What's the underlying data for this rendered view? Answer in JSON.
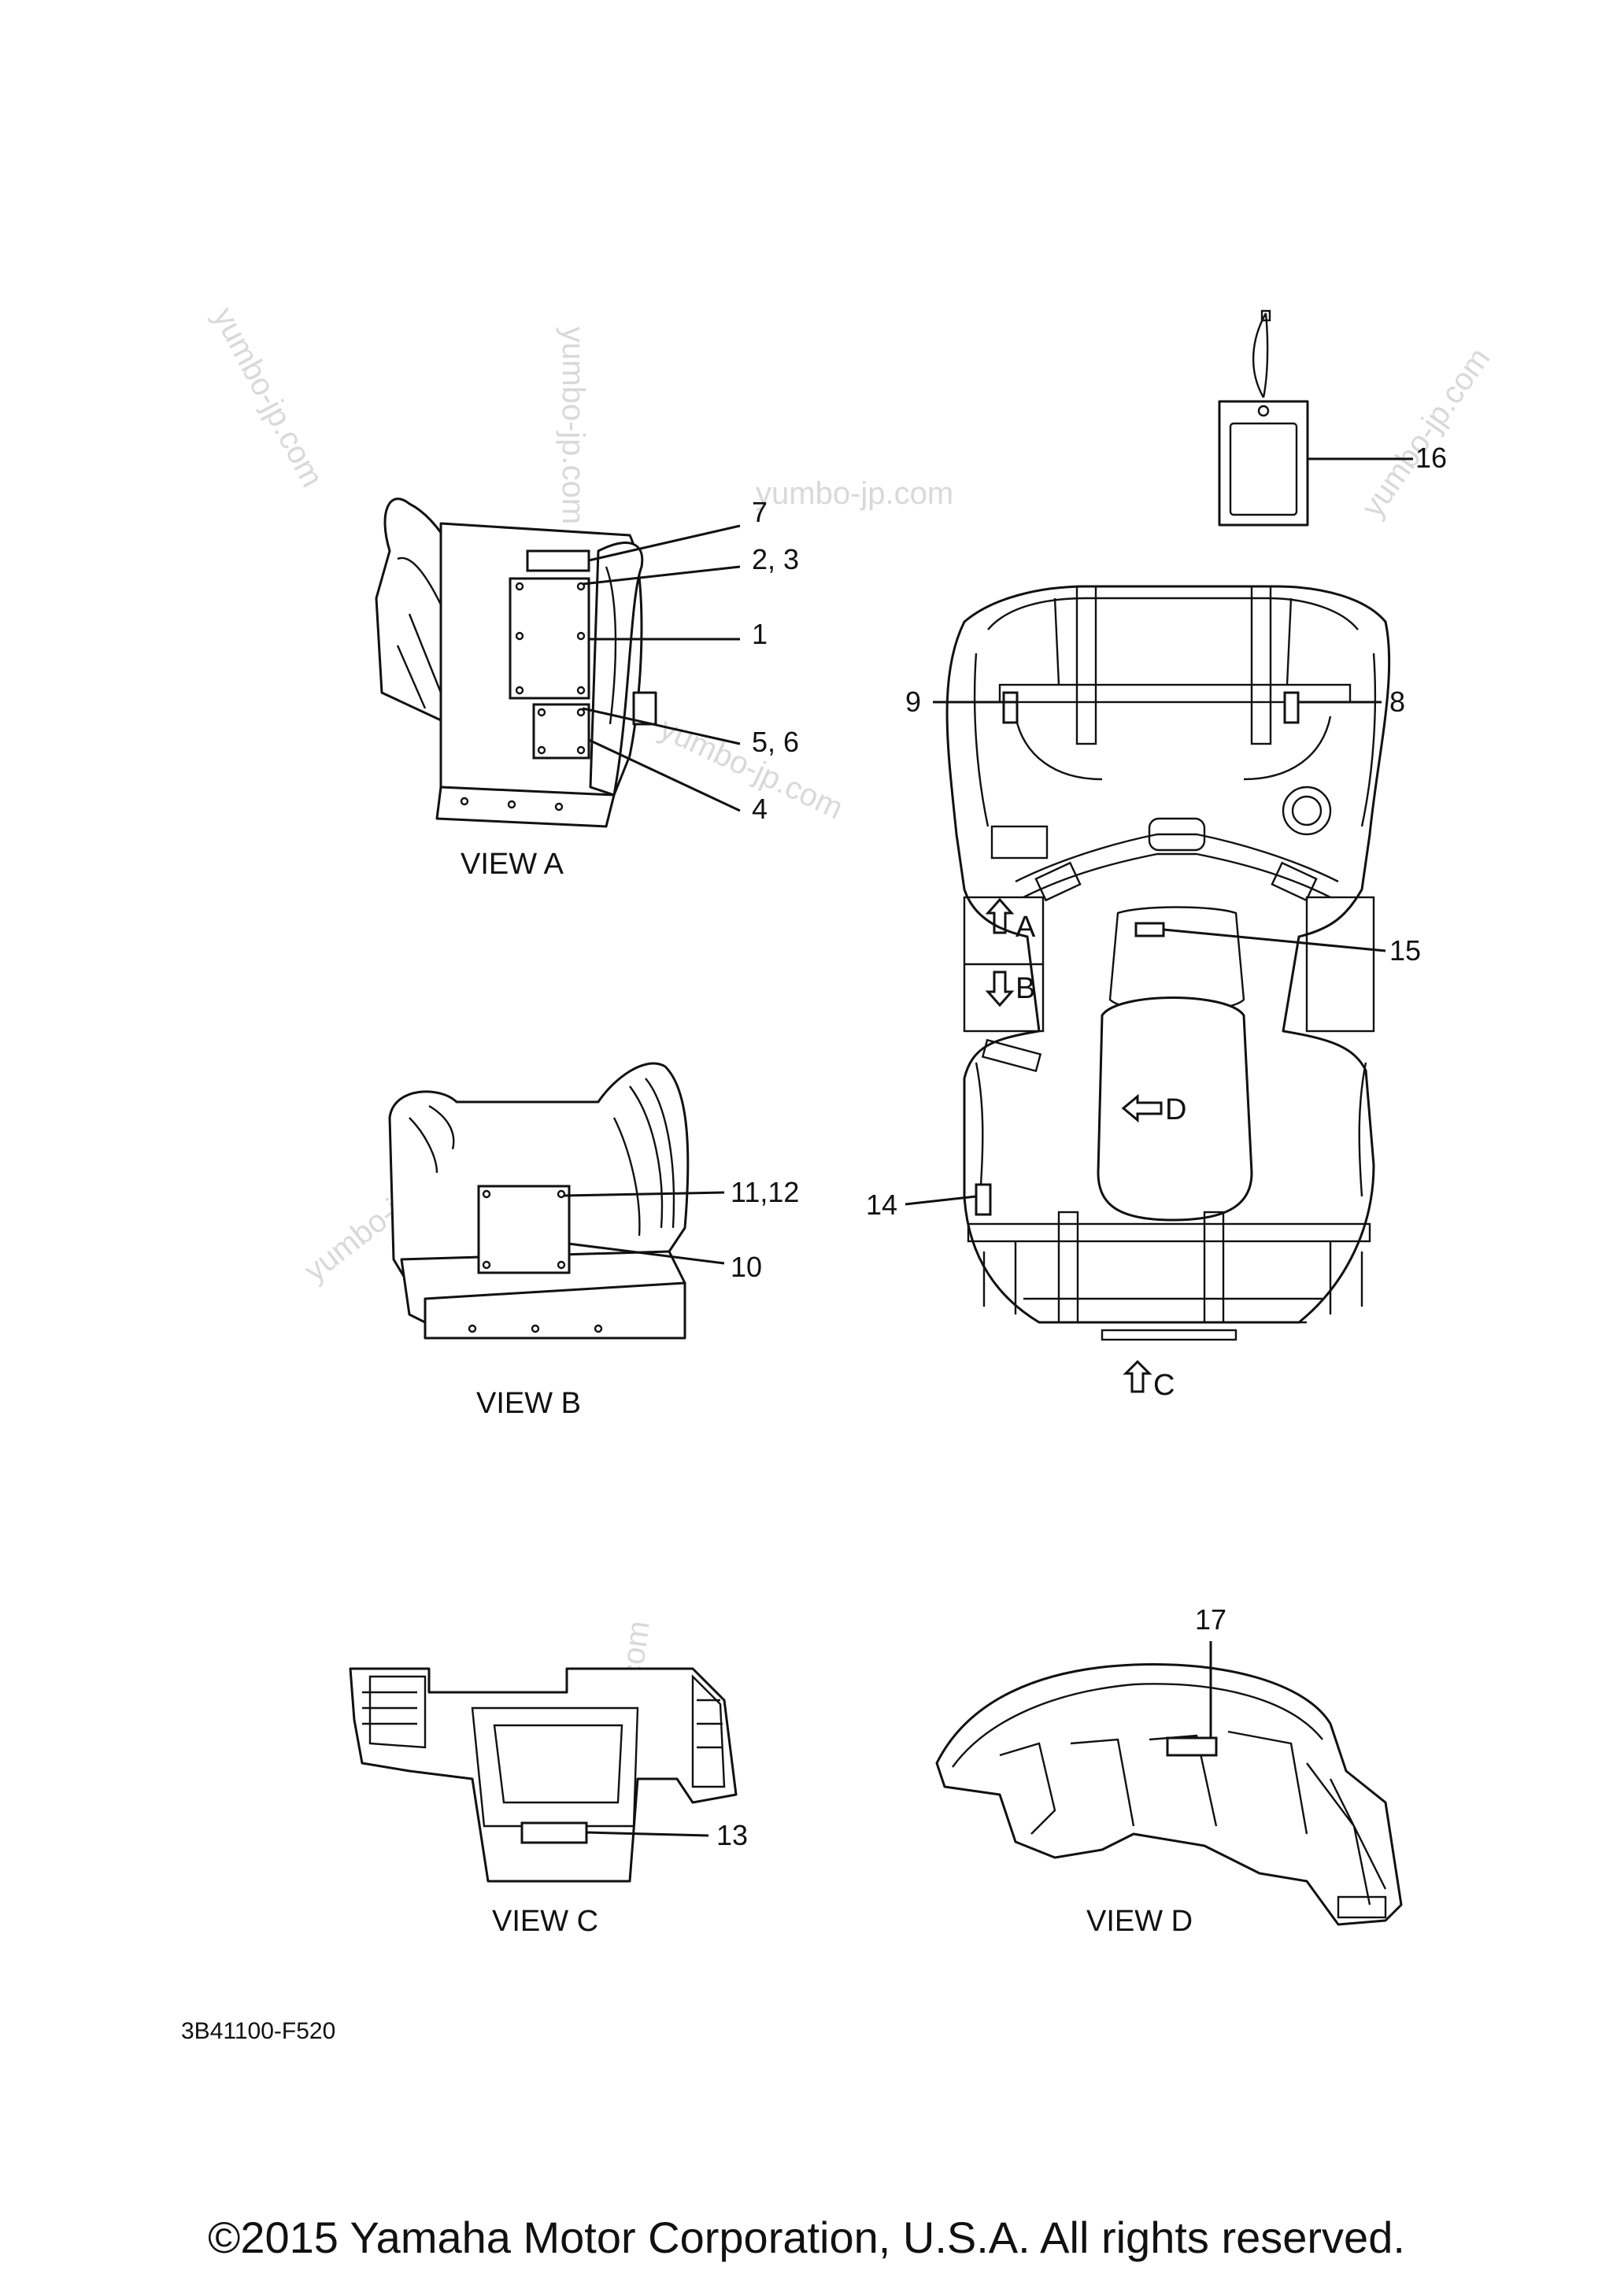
{
  "watermark": "yumbo-jp.com",
  "views": {
    "a": {
      "label": "VIEW A"
    },
    "b": {
      "label": "VIEW B"
    },
    "c": {
      "label": "VIEW C"
    },
    "d": {
      "label": "VIEW D"
    }
  },
  "arrows": {
    "a": "A",
    "b": "B",
    "c": "C",
    "d": "D"
  },
  "callouts": {
    "c1": "1",
    "c2_3": "2, 3",
    "c4": "4",
    "c5_6": "5, 6",
    "c7": "7",
    "c8": "8",
    "c9": "9",
    "c10": "10",
    "c11_12": "11,12",
    "c13": "13",
    "c14": "14",
    "c15": "15",
    "c16": "16",
    "c17": "17"
  },
  "part_code": "3B41100-F520",
  "copyright": "©2015 Yamaha Motor Corporation, U.S.A. All rights reserved."
}
